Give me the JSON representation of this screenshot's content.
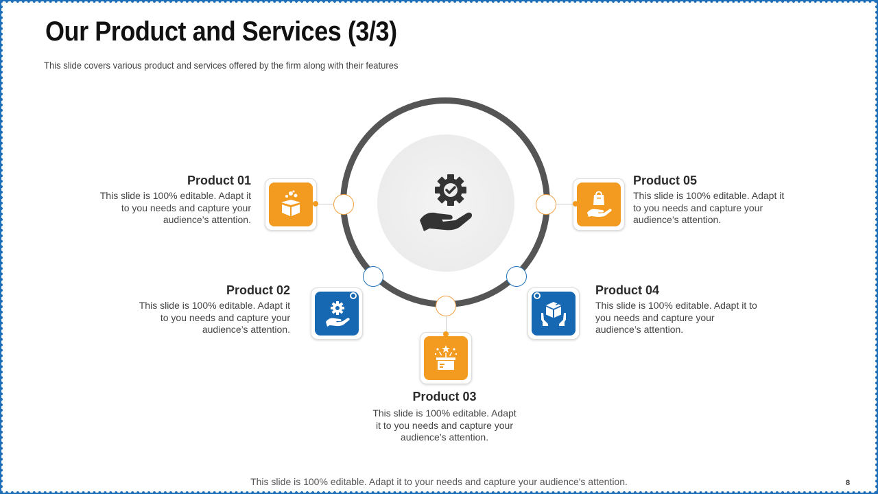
{
  "slide": {
    "title": "Our Product and Services (3/3)",
    "subtitle": "This slide covers various product and services offered by the firm along with their features",
    "footer": "This slide is 100% editable. Adapt it to your needs and capture your audience's attention.",
    "page_number": "8"
  },
  "center": {
    "icon": "gear-on-hand-icon"
  },
  "products": [
    {
      "title": "Product 01",
      "description": "This slide is 100% editable. Adapt it\nto you needs and capture your\naudience’s attention.",
      "icon": "gift-box-icon",
      "color": "#f39a21"
    },
    {
      "title": "Product 02",
      "description": "This slide is 100% editable. Adapt it\nto you needs and capture your\naudience’s attention.",
      "icon": "gear-on-hand-icon",
      "color": "#1768b3"
    },
    {
      "title": "Product 03",
      "description": "This slide is 100% editable. Adapt\nit to you needs and capture your\naudience’s attention.",
      "icon": "open-box-sparkle-icon",
      "color": "#f39a21"
    },
    {
      "title": "Product 04",
      "description": "This slide is 100% editable. Adapt it to\nyou needs and capture your\naudience’s attention.",
      "icon": "package-hands-icon",
      "color": "#1768b3"
    },
    {
      "title": "Product 05",
      "description": "This slide is 100% editable. Adapt it\nto you needs and capture your\naudience’s attention.",
      "icon": "bag-on-hand-icon",
      "color": "#f39a21"
    }
  ],
  "colors": {
    "accent_orange": "#f39a21",
    "accent_blue": "#1768b3",
    "ring": "#555555"
  }
}
